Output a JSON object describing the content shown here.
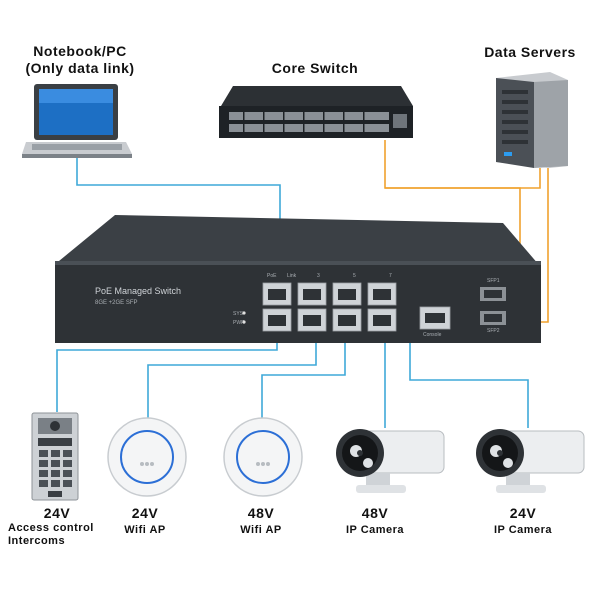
{
  "top": {
    "notebook": {
      "line1": "Notebook/PC",
      "line2": "(Only data link)"
    },
    "core_switch": {
      "label": "Core Switch"
    },
    "data_servers": {
      "label": "Data Servers"
    }
  },
  "switch": {
    "title": "PoE Managed Switch",
    "subtitle": "8GE +2GE SFP",
    "port_header": [
      "PoE",
      "Link",
      "3",
      "5",
      "7"
    ],
    "led_labels": [
      "SYS",
      "PWR"
    ],
    "console_label": "Console",
    "sfp_labels": [
      "SFP1",
      "SFP2"
    ]
  },
  "bottom": [
    {
      "voltage": "24V",
      "name_line1": "Access control",
      "name_line2": "Intercoms"
    },
    {
      "voltage": "24V",
      "name_line1": "Wifi AP",
      "name_line2": ""
    },
    {
      "voltage": "48V",
      "name_line1": "Wifi AP",
      "name_line2": ""
    },
    {
      "voltage": "48V",
      "name_line1": "IP Camera",
      "name_line2": ""
    },
    {
      "voltage": "24V",
      "name_line1": "IP Camera",
      "name_line2": ""
    }
  ],
  "colors": {
    "cable_blue": "#3fa9d8",
    "cable_orange": "#f0a22e",
    "switch_body": "#2e3236"
  }
}
